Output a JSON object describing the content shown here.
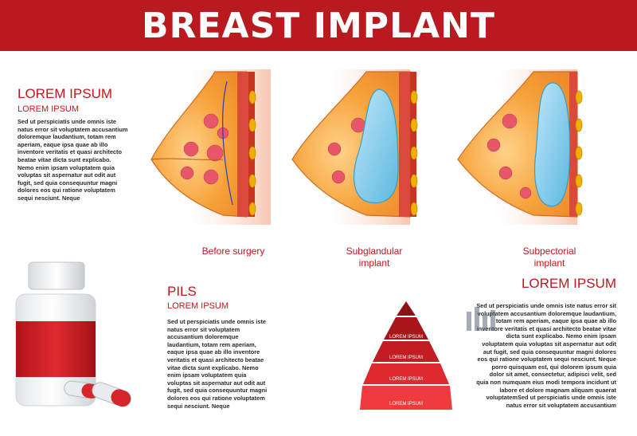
{
  "header": {
    "title": "BREAST IMPLANT"
  },
  "left_block": {
    "title": "LOREM IPSUM",
    "subtitle": "LOREM IPSUM",
    "body": "Sed ut perspiciatis unde omnis iste natus error sit voluptatem accusantium doloremque laudantium, totam rem aperiam, eaque ipsa quae ab illo inventore veritatis et quasi architecto beatae vitae dicta sunt explicabo. Nemo enim ipsam voluptatem quia voluptas sit aspernatur aut odit aut fugit, sed quia consequuntur magni dolores eos qui ratione voluptatem sequi nesciunt. Neque"
  },
  "diagrams": [
    {
      "caption": "Before surgery",
      "implant": "none"
    },
    {
      "caption": "Subglandular implant",
      "implant": "subglandular"
    },
    {
      "caption": "Subpectorial implant",
      "implant": "subpectorial"
    }
  ],
  "pils_block": {
    "title": "PILS",
    "subtitle": "LOREM IPSUM",
    "body": "Sed ut perspiciatis unde omnis iste natus error sit voluptatem accusantium doloremque laudantium, totam rem aperiam, eaque ipsa quae ab illo inventore veritatis et quasi architecto beatae vitae dicta sunt explicabo. Nemo enim ipsam voluptatem quia voluptas sit aspernatur aut odit aut fugit, sed quia consequuntur magni dolores eos qui ratione voluptatem sequi nesciunt. Neque"
  },
  "pyramid": {
    "levels": [
      "LOREM IPSUM",
      "LOREM IPSUM",
      "LOREM IPSUM",
      "LOREM IPSUM"
    ],
    "colors": [
      "#8e1116",
      "#a8161c",
      "#c31d24",
      "#de2a2f",
      "#ef3b3e"
    ]
  },
  "right_block": {
    "title": "LOREM IPSUM",
    "body": "Sed ut perspiciatis unde omnis iste natus error sit voluptatem accusantium doloremque laudantium, totam rem aperiam, eaque ipsa quae ab illo inventore veritatis et quasi architecto beatae vitae dicta sunt explicabo. Nemo enim ipsam voluptatem quia voluptas sit aspernatur aut odit aut fugit, sed quia consequuntur magni dolores eos qui ratione voluptatem sequi nesciunt. Neque porro quisquam est, qui dolorem ipsum quia dolor sit amet, consectetur, adipisci velit, sed quia non numquam eius modi tempora incidunt ut labore et dolore magnam aliquam quaerat voluptatemSed ut perspiciatis unde omnis iste natus error sit voluptatem accusantium"
  },
  "colors": {
    "brand_red": "#b81a1f",
    "text_red": "#c4161c",
    "implant_blue": "#7fc9e8",
    "tissue_orange": "#f6a23a"
  },
  "icons": {
    "bottle": "pill-bottle-icon",
    "capsule": "capsule-icon"
  }
}
